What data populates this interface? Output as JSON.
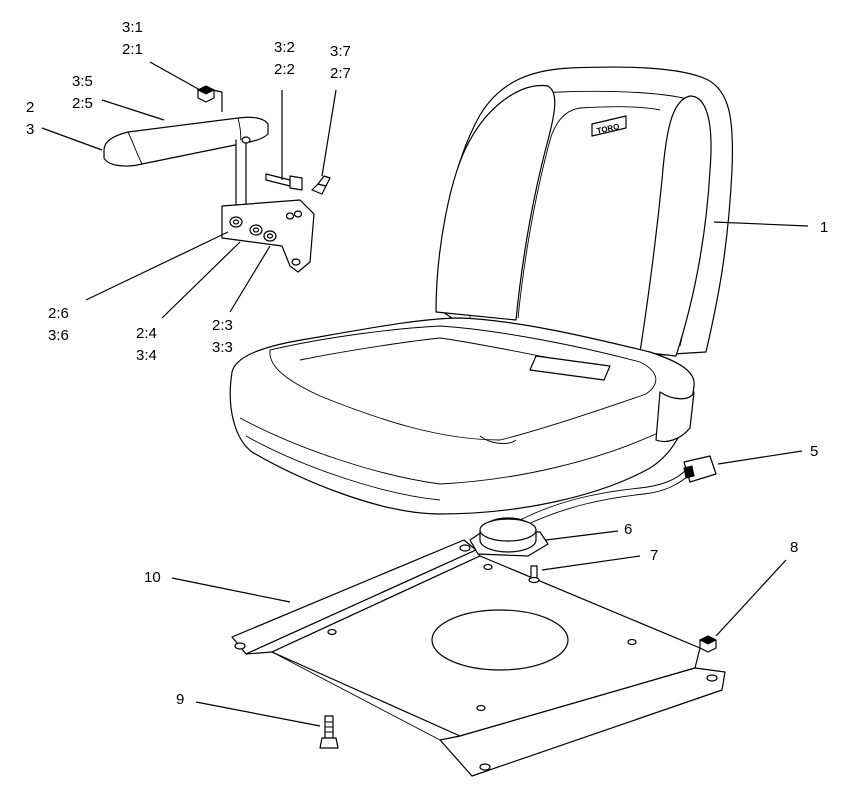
{
  "callouts": {
    "c1": "1",
    "c5": "5",
    "c6": "6",
    "c7": "7",
    "c8": "8",
    "c9": "9",
    "c10": "10",
    "c2_3": [
      "2",
      "3"
    ],
    "c35_25": [
      "3:5",
      "2:5"
    ],
    "c31_21": [
      "3:1",
      "2:1"
    ],
    "c32_22": [
      "3:2",
      "2:2"
    ],
    "c37_27": [
      "3:7",
      "2:7"
    ],
    "c26_36": [
      "2:6",
      "3:6"
    ],
    "c24_34": [
      "2:4",
      "3:4"
    ],
    "c23_33": [
      "2:3",
      "3:3"
    ]
  },
  "logo_text": "TORO"
}
